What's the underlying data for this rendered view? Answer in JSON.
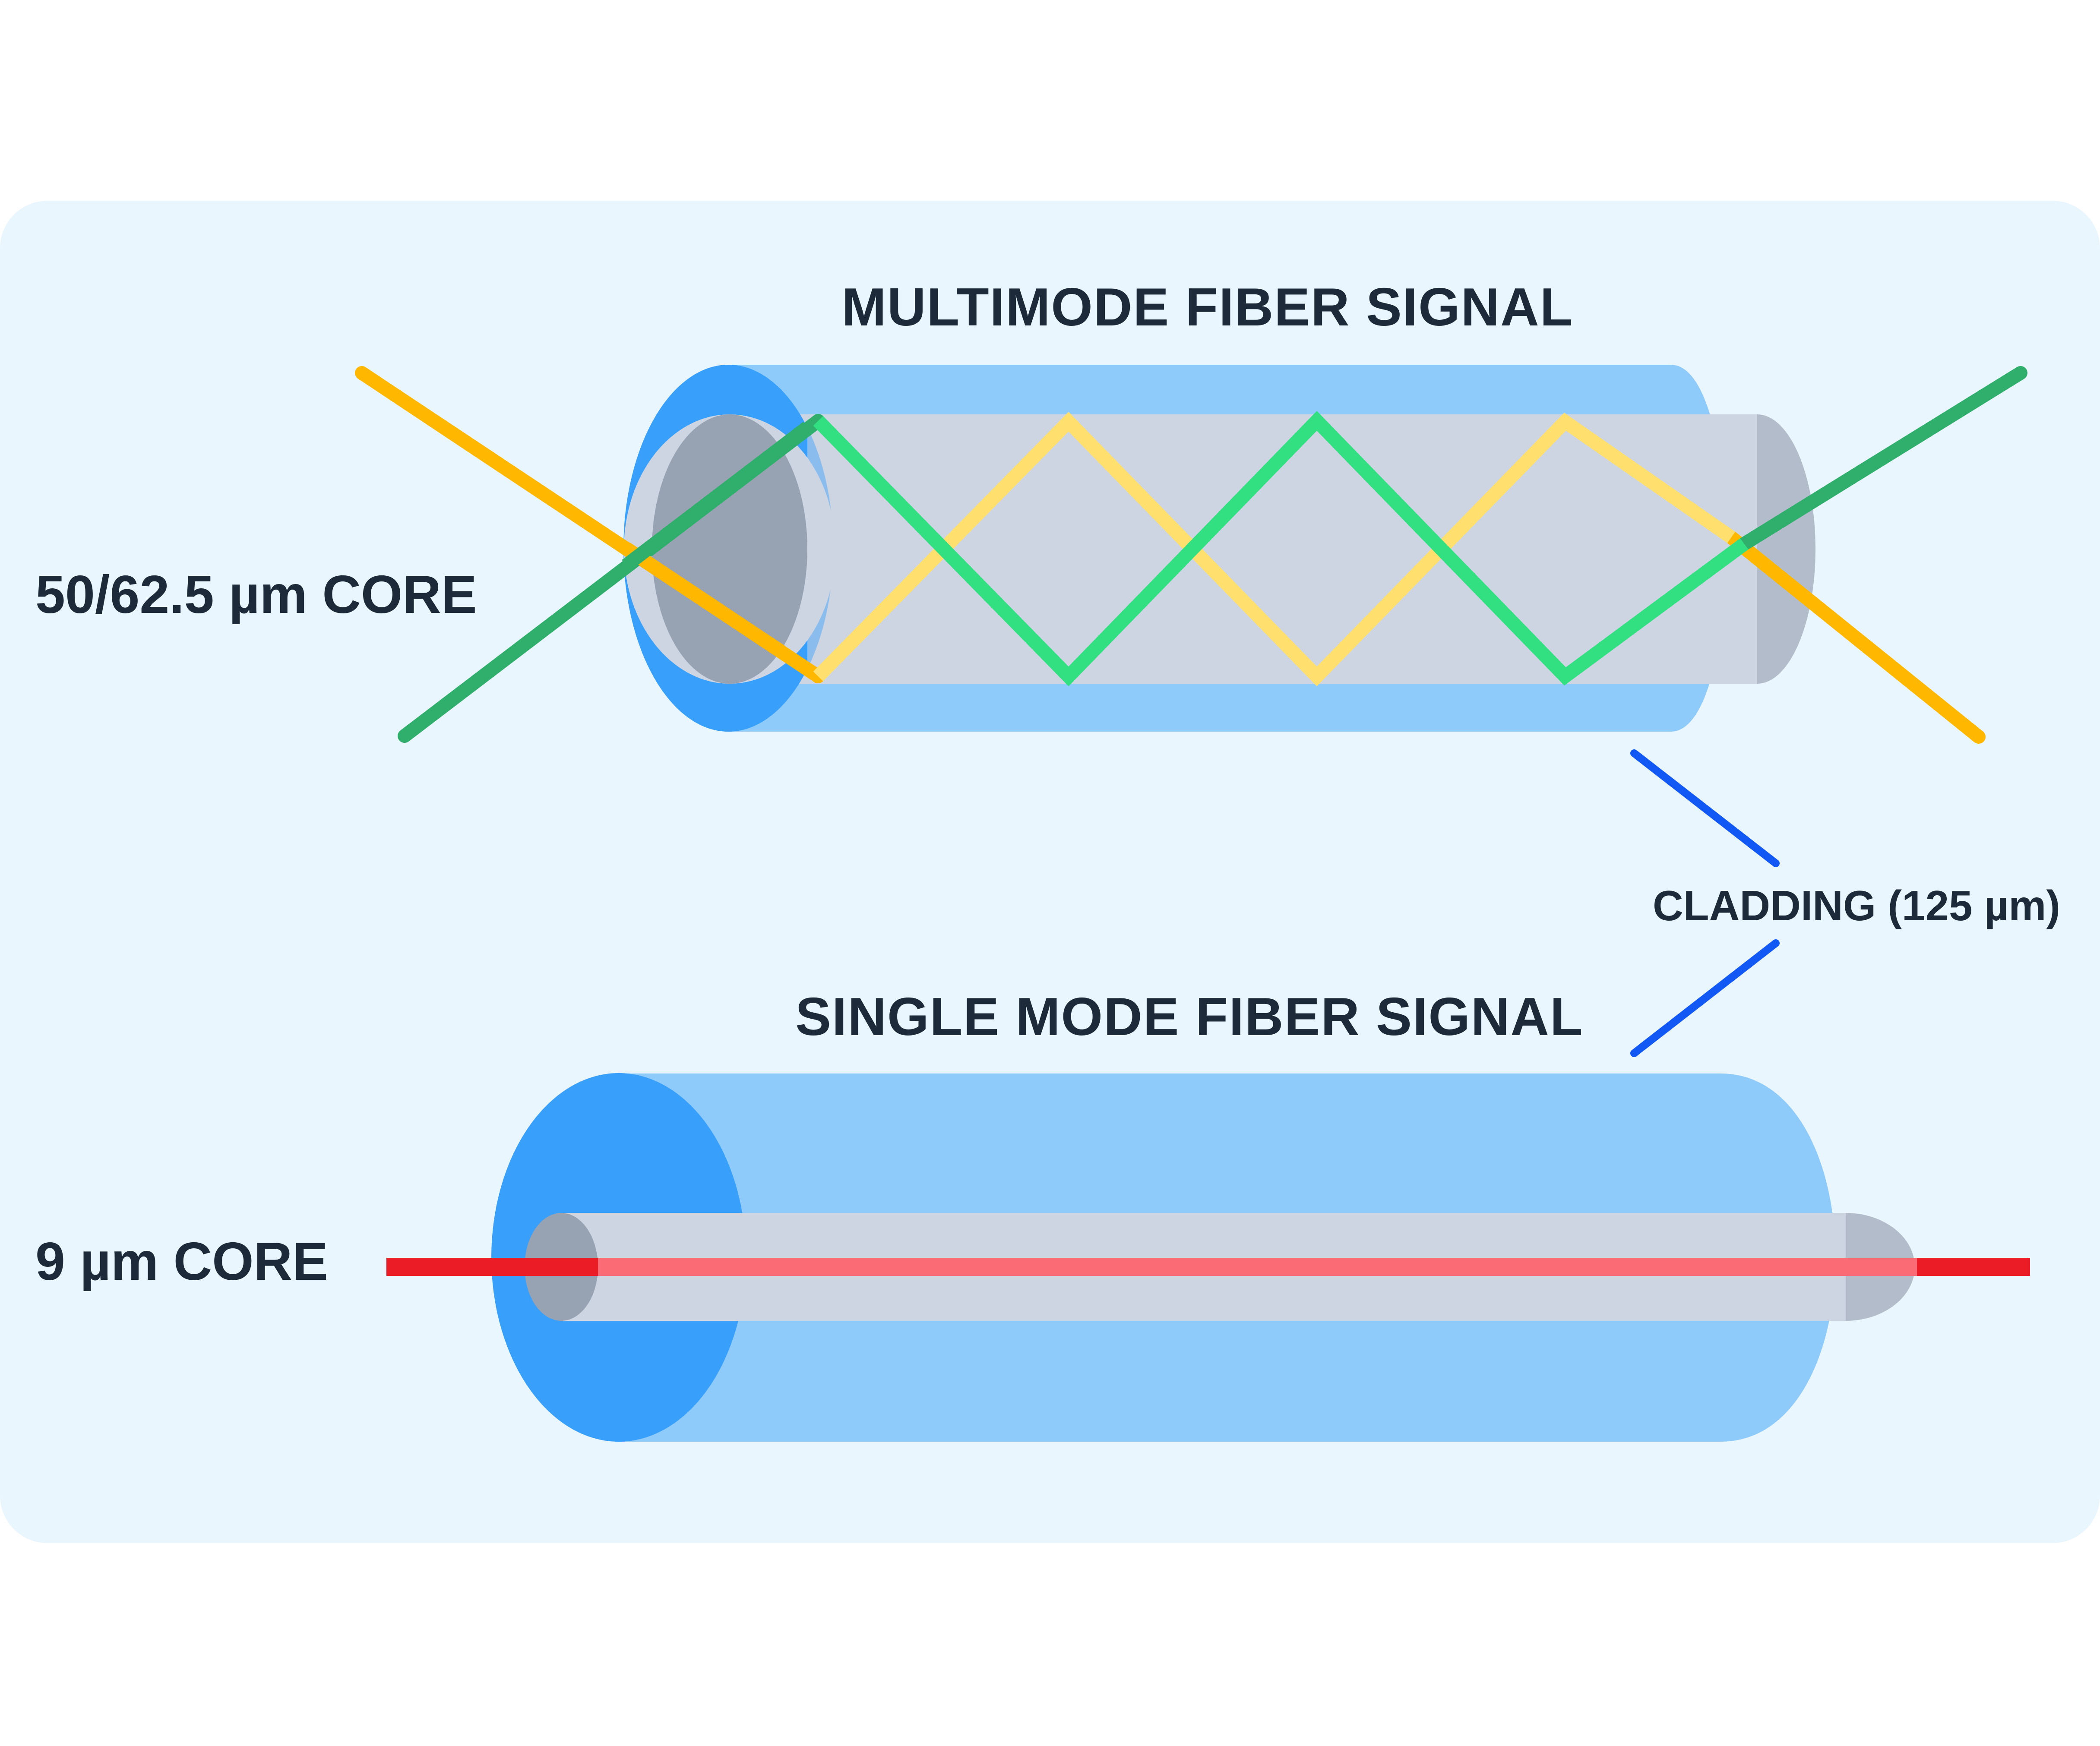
{
  "multimode": {
    "title": "MULTIMODE FIBER SIGNAL",
    "core_label": "50/62.5 µm CORE"
  },
  "single_mode": {
    "title": "SINGLE MODE FIBER SIGNAL",
    "core_label": "9 µm CORE"
  },
  "cladding_label": "CLADDING (125 µm)",
  "colors": {
    "panel_background": "#eaf6fd",
    "cladding": "#8ecbfb",
    "cladding_end_face": "#389ffb",
    "core": "#cdd4e2",
    "core_end": "#b2bccb",
    "core_face": "#97a2b3",
    "signal_yellow": "#ffb700",
    "signal_yellow_inside": "#ffe06e",
    "signal_green": "#2fae6c",
    "signal_green_inside": "#32e082",
    "signal_red": "#ec1c27",
    "signal_red_inside": "#fa6b75",
    "pointer_line": "#1158f4",
    "text": "#1c2a3a"
  }
}
